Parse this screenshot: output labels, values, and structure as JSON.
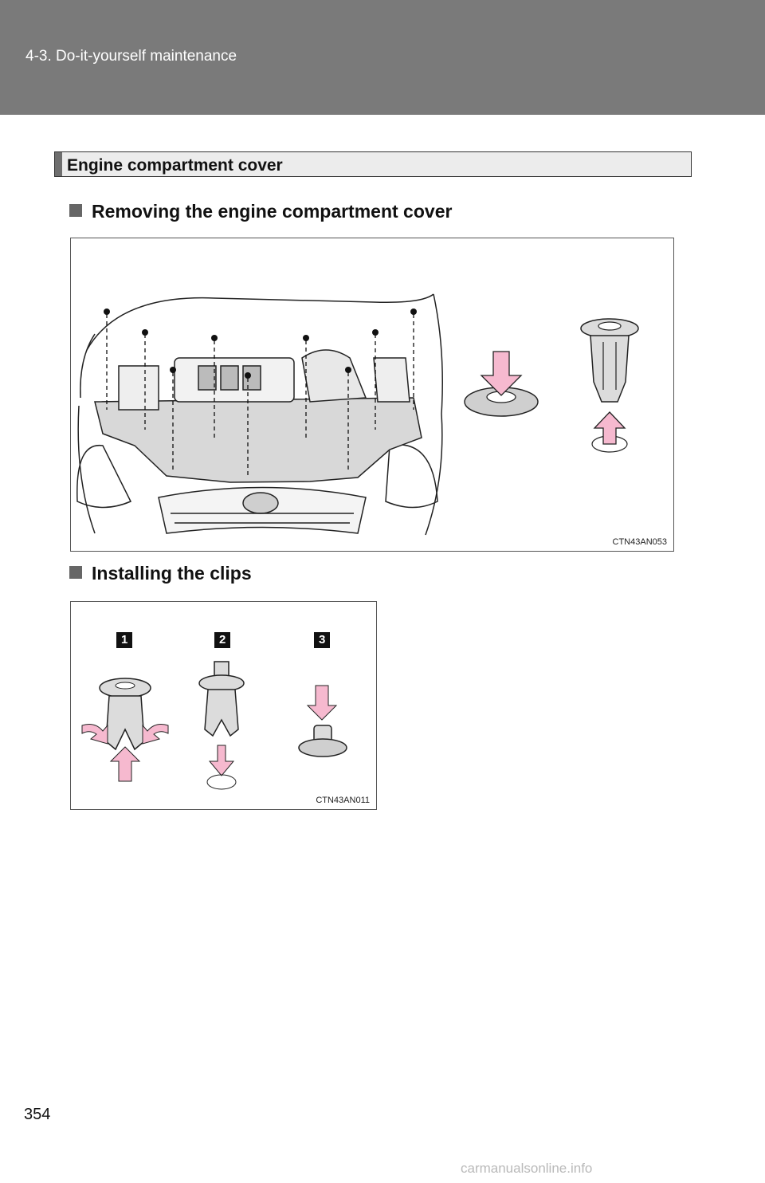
{
  "header": {
    "section_path": "4-3. Do-it-yourself maintenance"
  },
  "section": {
    "title": "Engine compartment cover"
  },
  "subsections": [
    {
      "title": "Removing the engine compartment cover",
      "figure_code": "CTN43AN053"
    },
    {
      "title": "Installing the clips",
      "figure_code": "CTN43AN011",
      "steps": [
        "1",
        "2",
        "3"
      ]
    }
  ],
  "colors": {
    "header_band": "#7a7a7a",
    "arrow_fill": "#f6b9cf",
    "title_box": "#ececec"
  },
  "page_number": "354",
  "watermark": "carmanualsonline.info"
}
